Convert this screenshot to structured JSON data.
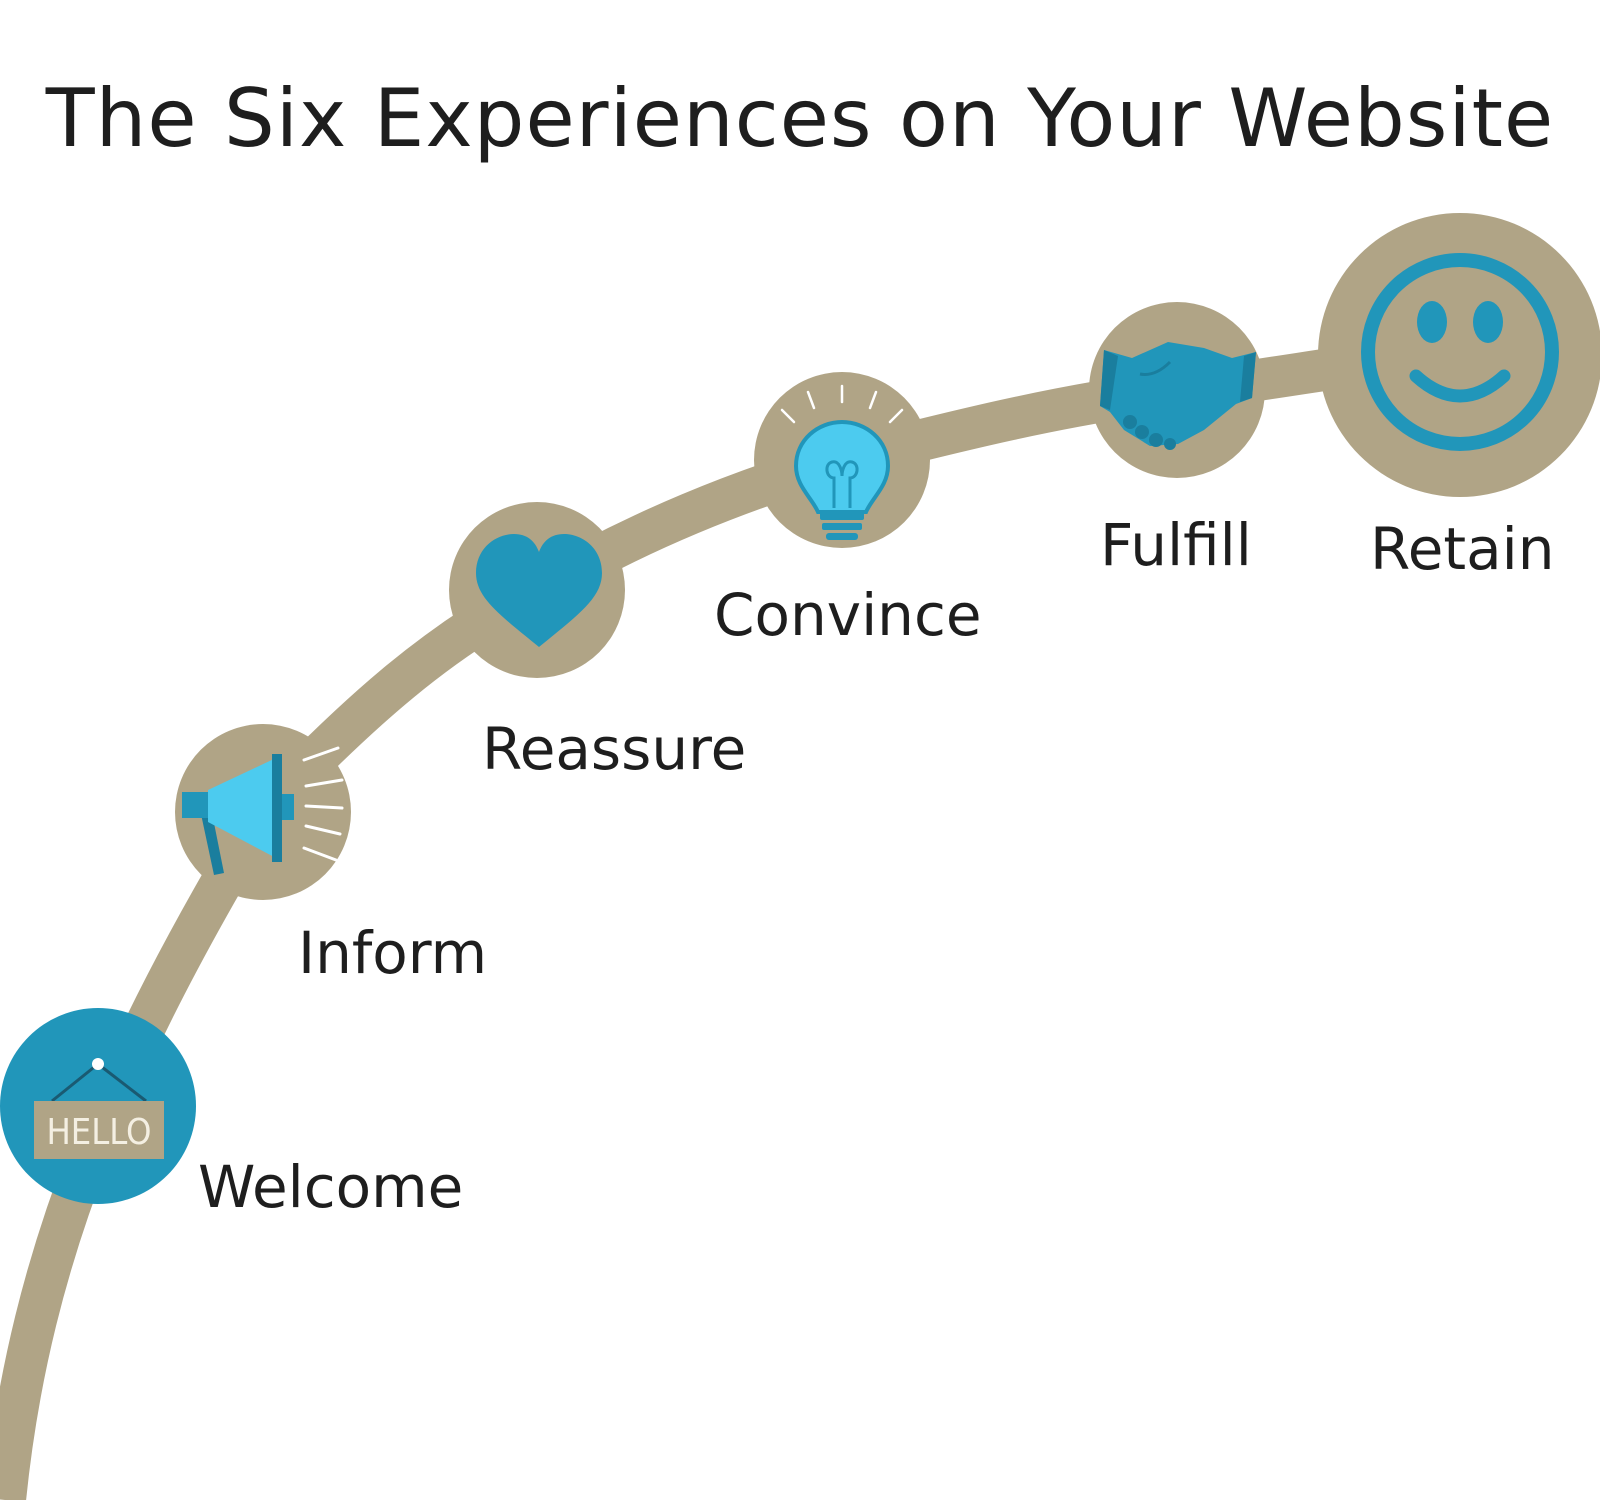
{
  "title": "The Six Experiences on Your Website",
  "colors": {
    "path": "#b0a486",
    "accent": "#2196ba",
    "accent_light": "#4ccbef",
    "text": "#1e1e1e"
  },
  "stages": [
    {
      "label": "Welcome",
      "icon": "hello-sign-icon",
      "sign_text": "HELLO"
    },
    {
      "label": "Inform",
      "icon": "megaphone-icon"
    },
    {
      "label": "Reassure",
      "icon": "heart-icon"
    },
    {
      "label": "Convince",
      "icon": "lightbulb-icon"
    },
    {
      "label": "Fulfill",
      "icon": "handshake-icon"
    },
    {
      "label": "Retain",
      "icon": "smiley-icon"
    }
  ]
}
